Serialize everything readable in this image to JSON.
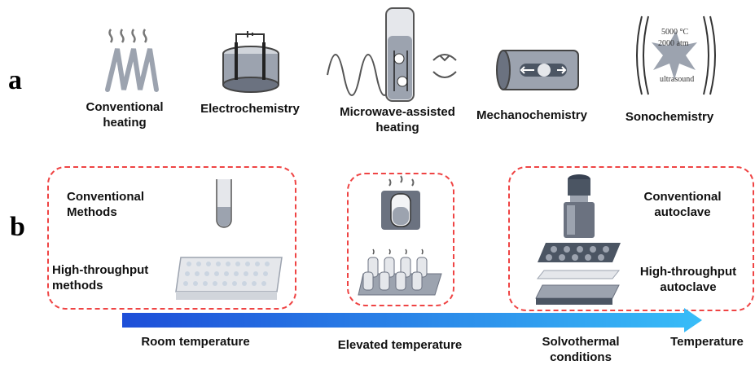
{
  "panels": {
    "a": "a",
    "b": "b"
  },
  "panel_a": {
    "methods": [
      {
        "label": "Conventional\nheating",
        "icon": "heating-coil-icon"
      },
      {
        "label": "Electrochemistry",
        "icon": "electrochemical-cell-icon"
      },
      {
        "label": "Microwave-assisted\nheating",
        "icon": "microwave-tube-icon"
      },
      {
        "label": "Mechanochemistry",
        "icon": "ball-mill-icon"
      },
      {
        "label": "Sonochemistry",
        "icon": "ultrasound-icon"
      }
    ],
    "sono_text": {
      "temp": "5000 °C",
      "pressure": "2000 atm",
      "ultrasound": "ultrasound"
    }
  },
  "panel_b": {
    "room": {
      "conventional": "Conventional\nMethods",
      "high_throughput": "High-throughput\nmethods"
    },
    "solvothermal": {
      "conventional": "Conventional\nautoclave",
      "high_throughput": "High-throughput\nautoclave"
    },
    "axis": {
      "room_temperature": "Room temperature",
      "elevated_temperature": "Elevated temperature",
      "solvothermal_conditions": "Solvothermal\nconditions",
      "temperature": "Temperature"
    }
  },
  "colors": {
    "dashed_box": "#ef4444",
    "arrow_start": "#1d4ed8",
    "arrow_end": "#38bdf8",
    "icon_gray": "#6b7280"
  }
}
